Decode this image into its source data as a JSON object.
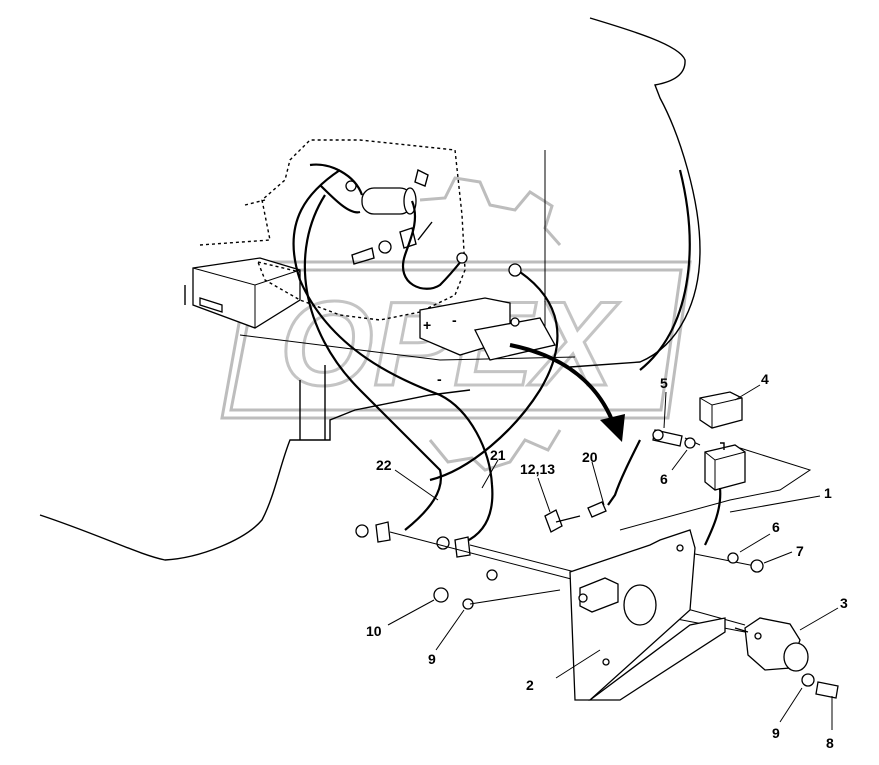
{
  "watermark": {
    "text": "OPEX"
  },
  "panel_signs": {
    "plus": "+",
    "minus": "-"
  },
  "callouts": [
    {
      "id": "c1",
      "label": "1"
    },
    {
      "id": "c2",
      "label": "2"
    },
    {
      "id": "c3",
      "label": "3"
    },
    {
      "id": "c4",
      "label": "4"
    },
    {
      "id": "c5",
      "label": "5"
    },
    {
      "id": "c6a",
      "label": "6"
    },
    {
      "id": "c6b",
      "label": "6"
    },
    {
      "id": "c7",
      "label": "7"
    },
    {
      "id": "c8",
      "label": "8"
    },
    {
      "id": "c9a",
      "label": "9"
    },
    {
      "id": "c9b",
      "label": "9"
    },
    {
      "id": "c10",
      "label": "10"
    },
    {
      "id": "c1213",
      "label": "12,13"
    },
    {
      "id": "c20",
      "label": "20"
    },
    {
      "id": "c21",
      "label": "21"
    },
    {
      "id": "c22",
      "label": "22"
    }
  ]
}
